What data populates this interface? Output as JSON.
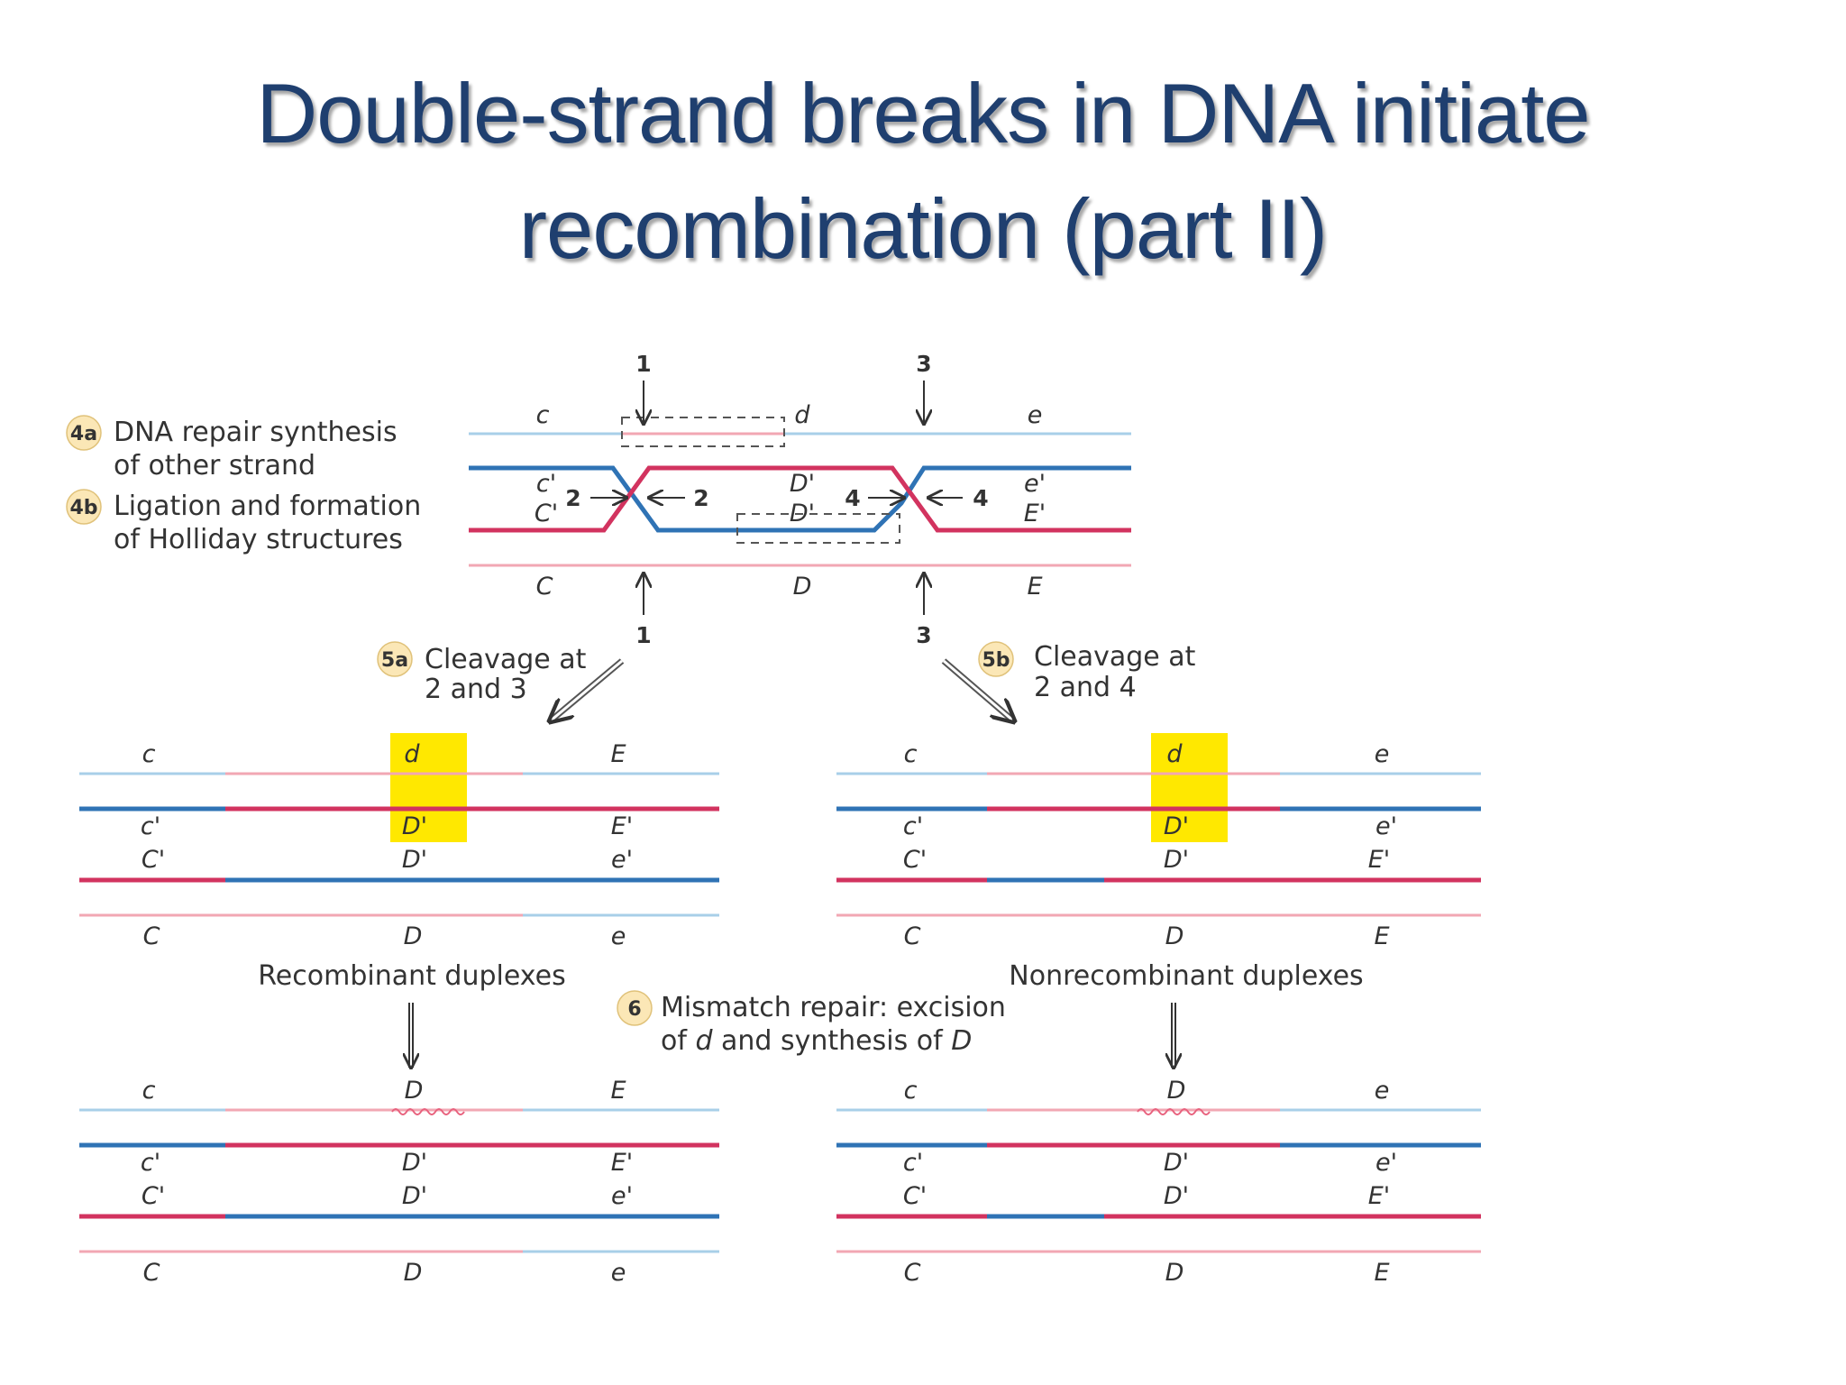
{
  "title": {
    "line1": "Double-strand breaks in DNA initiate",
    "line2": "recombination (part II)"
  },
  "colors": {
    "title": "#1f3f6f",
    "blue_strand": "#2f73b5",
    "red_strand": "#d2335f",
    "light_blue": "#a8cfe8",
    "light_red": "#f2a7b3",
    "highlight": "#ffe800",
    "badge": "#fbe7b6"
  },
  "steps": {
    "s4a": {
      "badge": "4a",
      "line1": "DNA repair synthesis",
      "line2": "of other strand"
    },
    "s4b": {
      "badge": "4b",
      "line1": "Ligation and formation",
      "line2": "of Holliday structures"
    },
    "s5a": {
      "badge": "5a",
      "line1": "Cleavage at",
      "line2": "2 and 3"
    },
    "s5b": {
      "badge": "5b",
      "line1": "Cleavage at",
      "line2": "2 and 4"
    },
    "s6": {
      "badge": "6",
      "line1": "Mismatch repair: excision",
      "line2_pre": "of ",
      "line2_d": "d",
      "line2_mid": " and synthesis of ",
      "line2_D": "D"
    }
  },
  "holliday": {
    "top_labels": [
      "c",
      "d",
      "e"
    ],
    "mid_labels_top": [
      "c'",
      "D'",
      "e'"
    ],
    "mid_labels_bottom": [
      "C'",
      "D'",
      "E'"
    ],
    "bottom_labels": [
      "C",
      "D",
      "E"
    ],
    "cleavage_numbers": [
      "1",
      "3",
      "1",
      "3"
    ],
    "crossover_numbers": [
      "2",
      "2",
      "4",
      "4"
    ]
  },
  "recombinant": {
    "caption": "Recombinant duplexes",
    "rows": [
      [
        "c",
        "d",
        "E"
      ],
      [
        "c'",
        "D'",
        "E'"
      ],
      [
        "C'",
        "D'",
        "e'"
      ],
      [
        "C",
        "D",
        "e"
      ]
    ],
    "repaired_rows": [
      [
        "c",
        "D",
        "E"
      ],
      [
        "c'",
        "D'",
        "E'"
      ],
      [
        "C'",
        "D'",
        "e'"
      ],
      [
        "C",
        "D",
        "e"
      ]
    ]
  },
  "nonrecombinant": {
    "caption": "Nonrecombinant duplexes",
    "rows": [
      [
        "c",
        "d",
        "e"
      ],
      [
        "c'",
        "D'",
        "e'"
      ],
      [
        "C'",
        "D'",
        "E'"
      ],
      [
        "C",
        "D",
        "E"
      ]
    ],
    "repaired_rows": [
      [
        "c",
        "D",
        "e"
      ],
      [
        "c'",
        "D'",
        "e'"
      ],
      [
        "C'",
        "D'",
        "E'"
      ],
      [
        "C",
        "D",
        "E"
      ]
    ]
  }
}
